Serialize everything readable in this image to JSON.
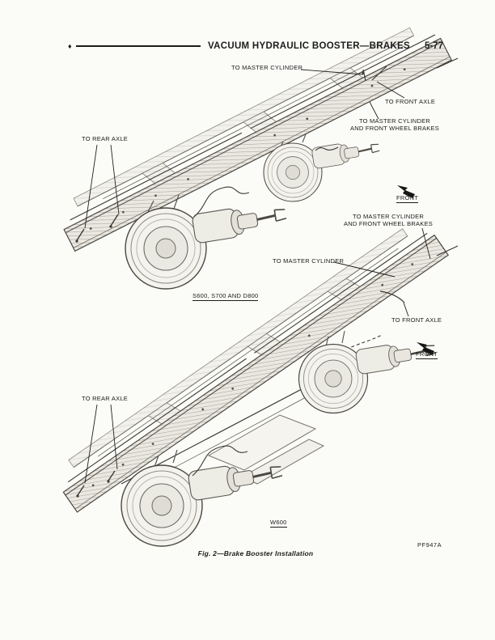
{
  "header": {
    "bullet": "♦",
    "title": "VACUUM HYDRAULIC BOOSTER—BRAKES",
    "page_number": "5-77"
  },
  "figure": {
    "caption": "Fig. 2—Brake Booster Installation",
    "code": "PF947A"
  },
  "top_diagram": {
    "model": "S600, S700 AND D800",
    "labels": {
      "to_master_cylinder": "TO MASTER CYLINDER",
      "to_front_axle": "TO FRONT AXLE",
      "to_mc_fwb_1": "TO MASTER CYLINDER",
      "to_mc_fwb_2": "AND FRONT WHEEL BRAKES",
      "to_rear_axle": "TO REAR AXLE",
      "front": "FRONT"
    }
  },
  "bottom_diagram": {
    "model": "W600",
    "labels": {
      "to_mc_fwb_1": "TO MASTER CYLINDER",
      "to_mc_fwb_2": "AND FRONT WHEEL BRAKES",
      "to_master_cylinder": "TO MASTER CYLINDER",
      "to_front_axle": "TO FRONT AXLE",
      "to_rear_axle": "TO REAR AXLE",
      "front": "FRONT"
    }
  }
}
